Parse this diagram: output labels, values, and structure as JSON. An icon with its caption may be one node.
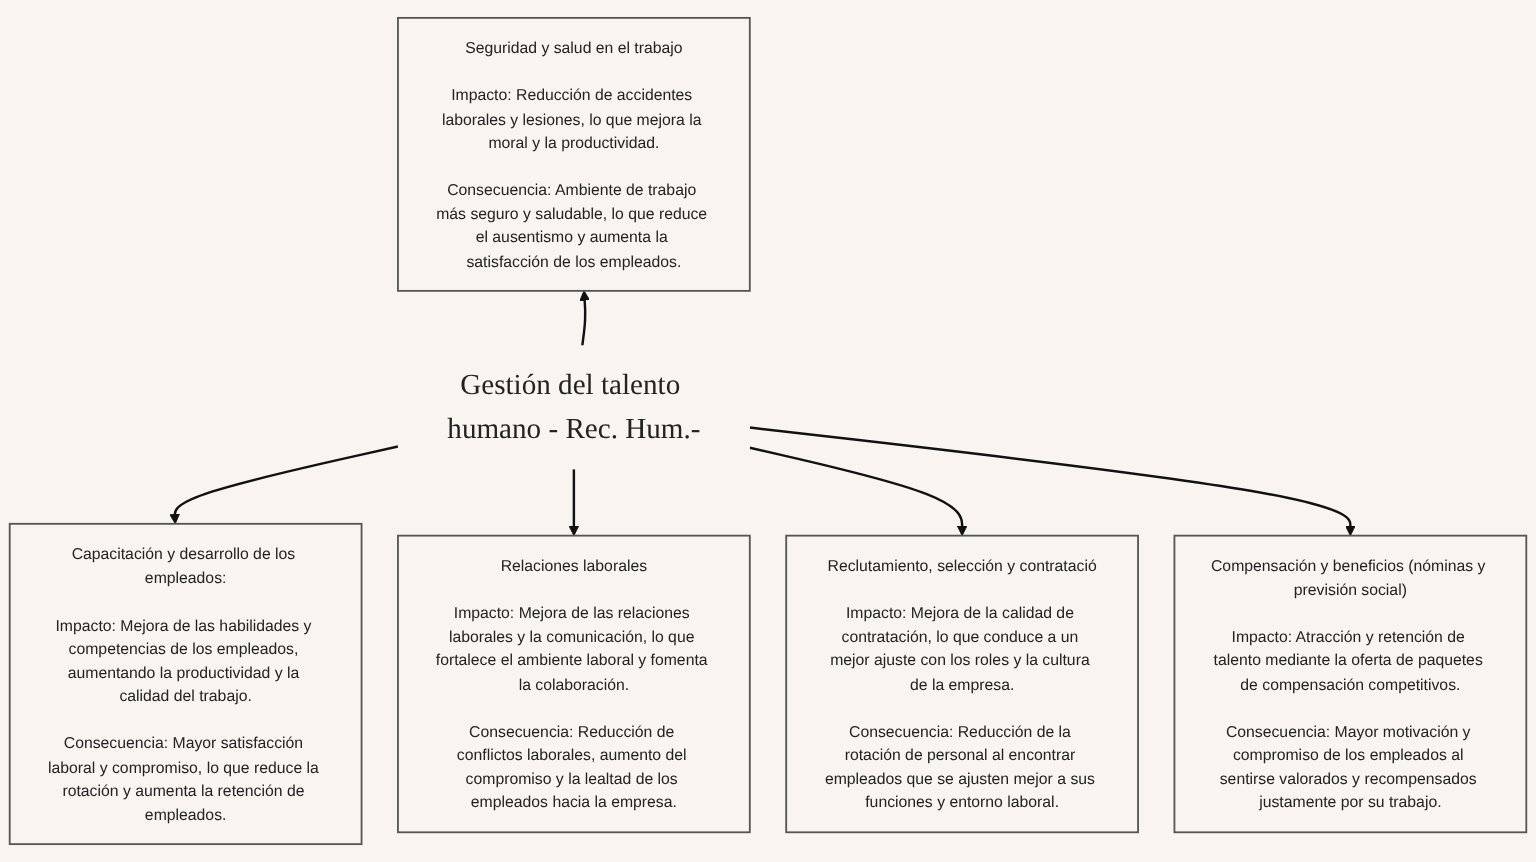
{
  "diagram": {
    "nodes": [
      {
        "text": [
          "Gestión del talento humano - Rec. Hum.-"
        ]
      },
      {
        "text": [
          "Seguridad y salud en el trabajo",
          "Impacto: Reducción de accidentes laborales y lesiones, lo que mejora la moral y la productividad.",
          "Consecuencia: Ambiente de trabajo más seguro y saludable, lo que reduce el ausentismo y aumenta la satisfacción de los empleados."
        ]
      },
      {
        "text": [
          "Capacitación y desarrollo de los empleados:",
          "Impacto: Mejora de las habilidades y competencias de los empleados, aumentando la productividad y la calidad del trabajo.",
          "Consecuencia: Mayor satisfacción laboral y compromiso, lo que reduce la rotación y aumenta la retención de empleados."
        ]
      },
      {
        "text": [
          "Relaciones laborales",
          "Impacto: Mejora de las relaciones laborales y la comunicación, lo que fortalece el ambiente laboral y fomenta la colaboración.",
          "Consecuencia: Reducción de conflictos laborales, aumento del compromiso y la lealtad de los empleados hacia la empresa."
        ]
      },
      {
        "text": [
          "Reclutamiento, selección y contratació",
          "Impacto: Mejora de la calidad de contratación, lo que conduce a un mejor ajuste con los roles y la cultura de la empresa.",
          "Consecuencia: Reducción de la rotación de personal al encontrar empleados que se ajusten mejor a sus funciones y entorno laboral."
        ]
      },
      {
        "text": [
          "Compensación y beneficios (nóminas y previsión social)",
          "Impacto: Atracción y retención de talento mediante la oferta de paquetes de compensación competitivos.",
          "Consecuencia: Mayor motivación y compromiso de los empleados al sentirse valorados y recompensados justamente por su trabajo."
        ]
      }
    ],
    "edges": [
      {
        "from": 0,
        "to": 1,
        "arrow": "to"
      },
      {
        "from": 0,
        "to": 2,
        "arrow": "to"
      },
      {
        "from": 0,
        "to": 3,
        "arrow": "to"
      },
      {
        "from": 0,
        "to": 4,
        "arrow": "to"
      },
      {
        "from": 0,
        "to": 5,
        "arrow": "to"
      }
    ]
  }
}
